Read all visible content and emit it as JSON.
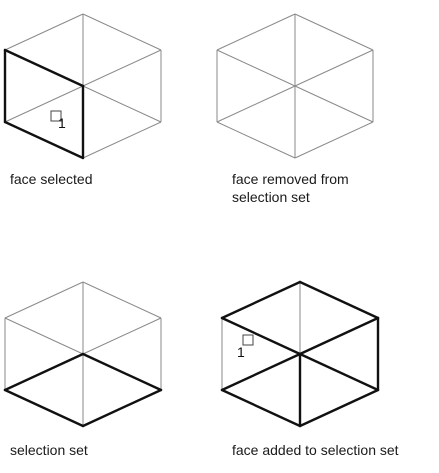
{
  "figures": [
    {
      "id": "face-selected",
      "caption_lines": [
        "face selected"
      ],
      "bold_edges": [
        "A1-A2",
        "A2-A3",
        "A3-A4",
        "A4-A1"
      ],
      "pick_label": "1"
    },
    {
      "id": "face-removed",
      "caption_lines": [
        "face removed from",
        "selection set"
      ],
      "bold_edges": [],
      "pick_label": ""
    },
    {
      "id": "selection-set",
      "caption_lines": [
        "selection set"
      ],
      "bold_edges": [
        "B0-B1",
        "B1-B2",
        "B2-B3",
        "B3-B0"
      ],
      "pick_label": ""
    },
    {
      "id": "face-added",
      "caption_lines": [
        "face added to selection set"
      ],
      "bold_edges": [
        "B0-B1",
        "B1-B2",
        "B2-B3",
        "B3-B0",
        "T0-T1",
        "T1-T2",
        "T2-T3",
        "T3-T0",
        "T1-B1",
        "T2-B2"
      ],
      "pick_label": "1"
    }
  ]
}
